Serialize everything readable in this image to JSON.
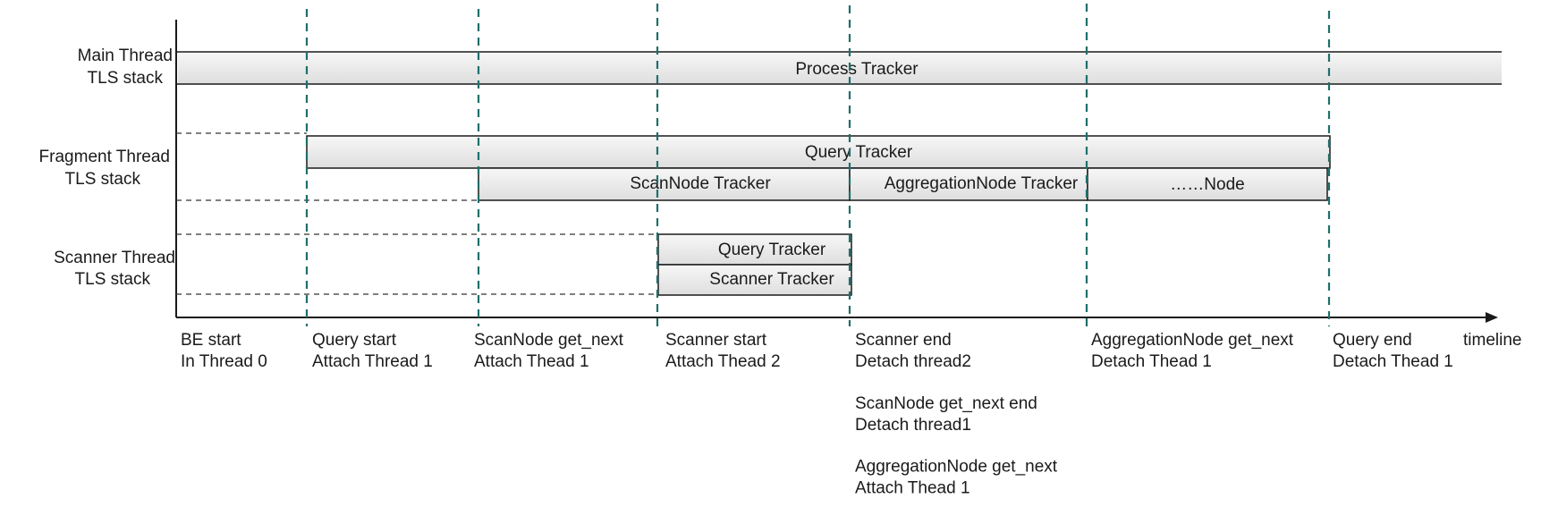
{
  "lanes": [
    {
      "line1": "Main Thread",
      "line2": "TLS stack"
    },
    {
      "line1": "Fragment Thread",
      "line2": "TLS stack"
    },
    {
      "line1": "Scanner Thread",
      "line2": "TLS stack"
    }
  ],
  "bars": [
    {
      "label": "Process Tracker"
    },
    {
      "label": "Query Tracker"
    },
    {
      "label": "ScanNode Tracker"
    },
    {
      "label": "AggregationNode Tracker"
    },
    {
      "label": "……Node"
    },
    {
      "label": "Query Tracker"
    },
    {
      "label": "Scanner Tracker"
    }
  ],
  "timeline_label": "timeline",
  "events": [
    {
      "lines": [
        "BE start",
        "In Thread 0"
      ]
    },
    {
      "lines": [
        "Query start",
        "Attach Thread 1"
      ]
    },
    {
      "lines": [
        "ScanNode get_next",
        "Attach Thead 1"
      ]
    },
    {
      "lines": [
        "Scanner start",
        "Attach Thead 2"
      ]
    },
    {
      "lines": [
        "Scanner end",
        "Detach  thread2",
        "",
        "ScanNode get_next end",
        "Detach  thread1",
        "",
        "AggregationNode get_next",
        "Attach Thead 1"
      ]
    },
    {
      "lines": [
        "AggregationNode get_next",
        "Detach Thead 1"
      ]
    },
    {
      "lines": [
        "Query end",
        "Detach Thead 1"
      ]
    }
  ],
  "colors": {
    "marker": "#1f6f6a",
    "bar_fill": "#e9e9e9",
    "stroke": "#1a1a1a",
    "guide": "#333333"
  }
}
